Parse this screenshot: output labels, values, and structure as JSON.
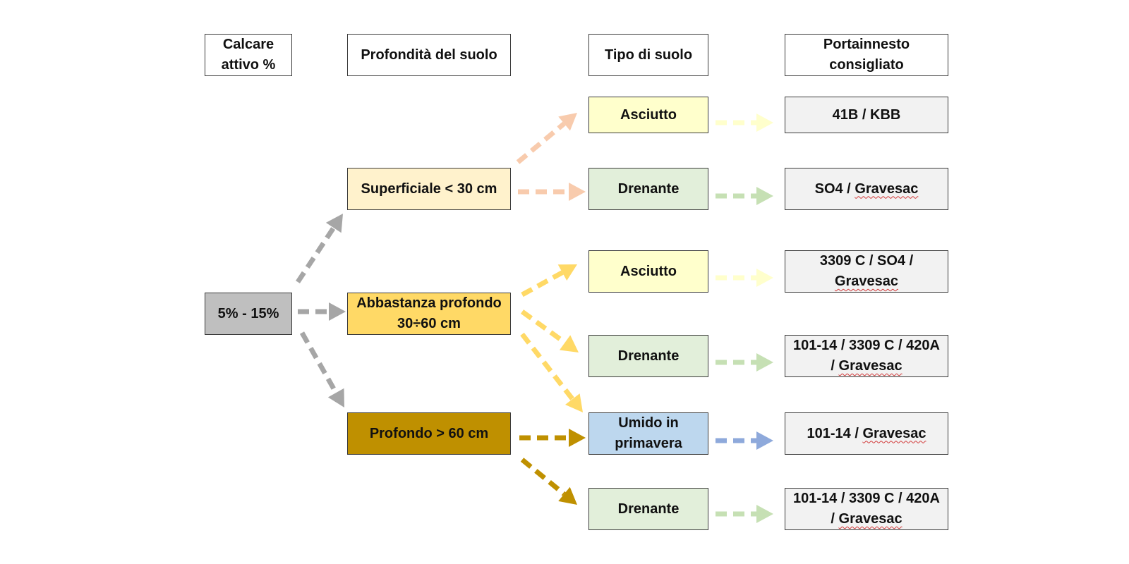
{
  "headers": {
    "calcare": "Calcare attivo %",
    "profondita": "Profondità del suolo",
    "tipo": "Tipo di suolo",
    "portainnesto": "Portainnesto consigliato"
  },
  "calcare_box": "5% - 15%",
  "depths": {
    "superficiale": "Superficiale < 30 cm",
    "abbastanza": "Abbastanza profondo 30÷60 cm",
    "profondo": "Profondo > 60 cm"
  },
  "soil_types": {
    "asciutto_1": "Asciutto",
    "drenante_1": "Drenante",
    "asciutto_2": "Asciutto",
    "drenante_2": "Drenante",
    "umido": "Umido in primavera",
    "drenante_3": "Drenante"
  },
  "rootstocks": {
    "r1": "41B / KBB",
    "r2_a": "SO4 / ",
    "r2_b": "Gravesac",
    "r3_a": "3309 C / SO4 / ",
    "r3_b": "Gravesac",
    "r4_a": "101-14 / 3309 C / 420A / ",
    "r4_b": "Gravesac",
    "r5_a": "101-14 / ",
    "r5_b": "Gravesac",
    "r6_a": "101-14 / 3309 C / 420A / ",
    "r6_b": "Gravesac"
  },
  "colors": {
    "gray": "#bfbfbf",
    "superficiale": "#fff2cc",
    "abbastanza": "#ffd966",
    "profondo": "#bf9000",
    "asciutto": "#ffffcc",
    "drenante": "#e2efda",
    "umido": "#bdd7ee",
    "rootstock": "#f2f2f2",
    "arrow_gray": "#a6a6a6",
    "arrow_peach": "#f8cbad",
    "arrow_yellow": "#ffd966",
    "arrow_gold": "#bf9000",
    "arrow_lightyellow": "#ffffcc",
    "arrow_green": "#c6e0b4",
    "arrow_blue": "#8ea9db"
  }
}
